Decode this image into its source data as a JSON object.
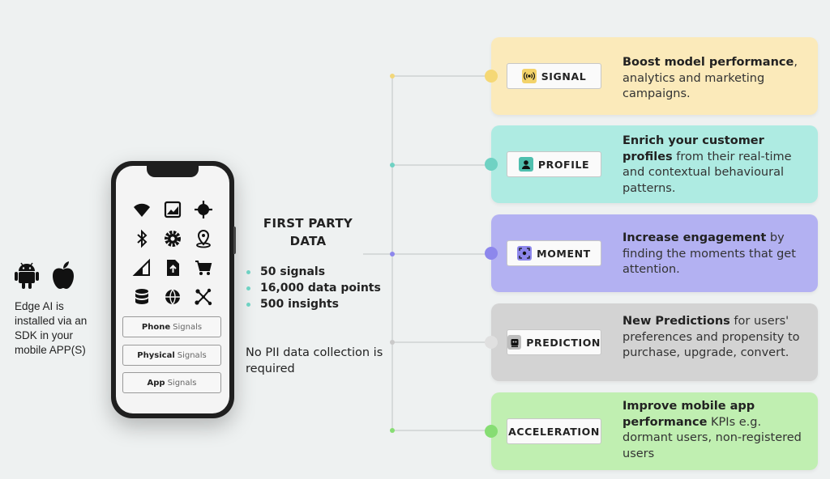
{
  "left": {
    "os_icons": [
      "android-icon",
      "apple-icon"
    ],
    "caption": "Edge AI is installed via an SDK in your mobile APP(S)"
  },
  "phone": {
    "grid_icons": [
      "wifi-icon",
      "image-icon",
      "crosshair-icon",
      "bluetooth-icon",
      "gear-icon",
      "location-pin-icon",
      "signal-bars-icon",
      "upload-file-icon",
      "cart-icon",
      "database-icon",
      "globe-icon",
      "network-icon"
    ],
    "buttons": [
      {
        "bold": "Phone",
        "light": "Signals"
      },
      {
        "bold": "Physical",
        "light": "Signals"
      },
      {
        "bold": "App",
        "light": "Signals"
      }
    ]
  },
  "center": {
    "title_line1": "FIRST PARTY",
    "title_line2": "DATA",
    "stats": [
      "50 signals",
      "16,000 data points",
      "500 insights"
    ],
    "pii_note": "No PII data collection is required"
  },
  "cards": [
    {
      "label": "SIGNAL",
      "icon": "broadcast-icon",
      "bg": "#fbeaba",
      "dot": "#f5d875",
      "line_dot": "#f2d77a",
      "bold": "Boost model performance",
      "text": ", analytics and marketing campaigns."
    },
    {
      "label": "PROFILE",
      "icon": "person-icon",
      "bg": "#aeebe2",
      "dot": "#6fd2c3",
      "line_dot": "#6fd2c3",
      "bold": "Enrich your customer profiles",
      "text": " from their real-time and contextual behavioural patterns."
    },
    {
      "label": "MOMENT",
      "icon": "focus-icon",
      "bg": "#b3b1f2",
      "dot": "#8d87ec",
      "line_dot": "#8d87ec",
      "bold": "Increase engagement",
      "text": " by finding the moments that get attention."
    },
    {
      "label": "PREDICTION",
      "icon": "robot-icon",
      "bg": "#d3d3d3",
      "dot": "#e0e0e0",
      "line_dot": "#c9c9c9",
      "bold": "New Predictions",
      "text": " for users' preferences and propensity to purchase, upgrade, convert."
    },
    {
      "label": "ACCELERATION",
      "icon": "",
      "bg": "#c0efb1",
      "dot": "#86dd73",
      "line_dot": "#86dd73",
      "bold": "Improve mobile app performance",
      "text": " KPIs e.g. dormant users, non-registered users"
    }
  ]
}
